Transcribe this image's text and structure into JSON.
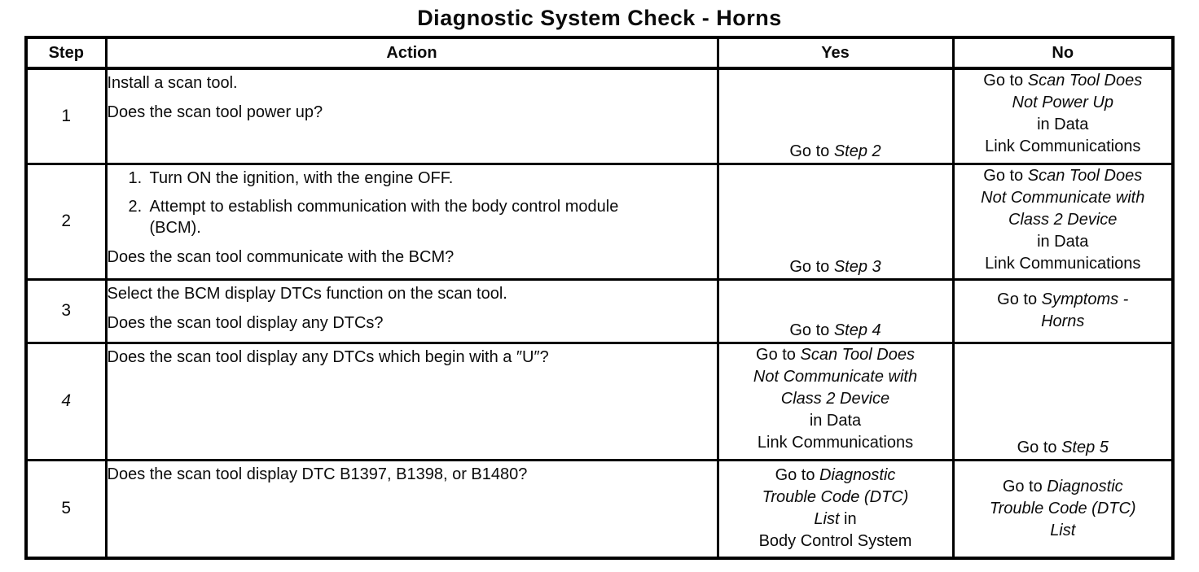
{
  "title": "Diagnostic System Check - Horns",
  "table": {
    "headers": [
      "Step",
      "Action",
      "Yes",
      "No"
    ],
    "rows": [
      {
        "step": "1",
        "action": [
          {
            "kind": "p",
            "text": "Install a scan tool."
          },
          {
            "kind": "p",
            "text": "Does the scan tool power up?"
          }
        ],
        "yes": [
          {
            "t": "Go to ",
            "i": false
          },
          {
            "t": "Step 2",
            "i": true
          }
        ],
        "no": [
          {
            "t": "Go to ",
            "i": false
          },
          {
            "t": "Scan Tool Does\nNot Power Up",
            "i": true
          },
          {
            "t": "\nin Data\nLink Communications",
            "i": false
          }
        ]
      },
      {
        "step": "2",
        "action": [
          {
            "kind": "li",
            "num": "1.",
            "text": "Turn ON the ignition, with the engine OFF."
          },
          {
            "kind": "li",
            "num": "2.",
            "text": "Attempt to establish communication with the body control module (BCM)."
          },
          {
            "kind": "q",
            "text": "Does the scan tool communicate with the BCM?"
          }
        ],
        "yes": [
          {
            "t": "Go to ",
            "i": false
          },
          {
            "t": "Step 3",
            "i": true
          }
        ],
        "no": [
          {
            "t": "Go to ",
            "i": false
          },
          {
            "t": "Scan Tool Does\nNot Communicate with\nClass 2 Device",
            "i": true
          },
          {
            "t": "\nin Data\nLink Communications",
            "i": false
          }
        ]
      },
      {
        "step": "3",
        "action": [
          {
            "kind": "p",
            "text": "Select the BCM display DTCs function on the scan tool."
          },
          {
            "kind": "p",
            "text": "Does the scan tool display any DTCs?"
          }
        ],
        "yes": [
          {
            "t": "Go to ",
            "i": false
          },
          {
            "t": "Step 4",
            "i": true
          }
        ],
        "no": [
          {
            "t": "Go to ",
            "i": false
          },
          {
            "t": "Symptoms -\nHorns",
            "i": true
          }
        ]
      },
      {
        "step": "4",
        "action": [
          {
            "kind": "p",
            "text": "Does the scan tool display any DTCs which begin with a ″U″?"
          }
        ],
        "yes": [
          {
            "t": "Go to ",
            "i": false
          },
          {
            "t": "Scan Tool Does\nNot Communicate with\nClass 2 Device",
            "i": true
          },
          {
            "t": "\nin Data\nLink Communications",
            "i": false
          }
        ],
        "no": [
          {
            "t": "Go to ",
            "i": false
          },
          {
            "t": "Step 5",
            "i": true
          }
        ]
      },
      {
        "step": "5",
        "action": [
          {
            "kind": "p",
            "text": "Does the scan tool display DTC B1397, B1398, or B1480?"
          }
        ],
        "yes": [
          {
            "t": "Go to ",
            "i": false
          },
          {
            "t": "Diagnostic\nTrouble Code (DTC)\nList",
            "i": true
          },
          {
            "t": "  in\nBody Control System",
            "i": false
          }
        ],
        "no": [
          {
            "t": "Go to ",
            "i": false
          },
          {
            "t": "Diagnostic\nTrouble Code (DTC)\nList",
            "i": true
          }
        ]
      }
    ]
  }
}
